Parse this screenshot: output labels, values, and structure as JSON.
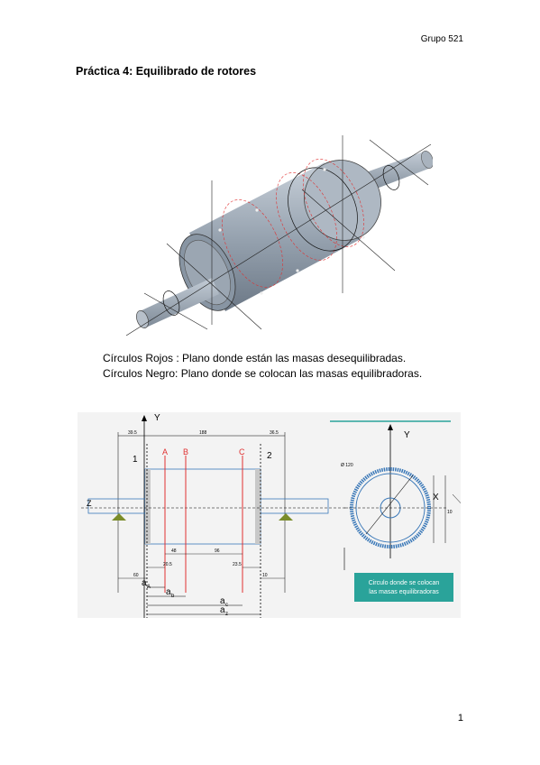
{
  "header": {
    "group": "Grupo 521"
  },
  "title": "Práctica 4: Equilibrado de rotores",
  "figure1": {
    "captions": [
      "Círculos Rojos : Plano donde están las masas desequilibradas.",
      "Círculos Negro: Plano donde se colocan las masas equilibradoras."
    ]
  },
  "figure2": {
    "axis_y_left": "Y",
    "axis_y_right": "Y",
    "axis_z": "Z",
    "axis_x": "X",
    "plane_labels": [
      "1",
      "A",
      "B",
      "C",
      "2"
    ],
    "top_dims": [
      "39.5",
      "188",
      "36.5"
    ],
    "mid_dims": [
      "48",
      "96"
    ],
    "low_dims": [
      "20.5",
      "23.5"
    ],
    "edge_dims": [
      "60",
      "10"
    ],
    "distances": [
      "a",
      "a",
      "a",
      "a"
    ],
    "distance_subs": [
      "A",
      "b",
      "c",
      "z"
    ],
    "diameter_label": "Ø 120",
    "side_dim": "10",
    "note_lines": [
      "Circulo donde se colocan",
      "las masas equilibradoras"
    ],
    "colors": {
      "red": "#e03030",
      "teal": "#2aa39a",
      "blue": "#3a78b8"
    }
  },
  "footer": {
    "page_number": "1"
  }
}
